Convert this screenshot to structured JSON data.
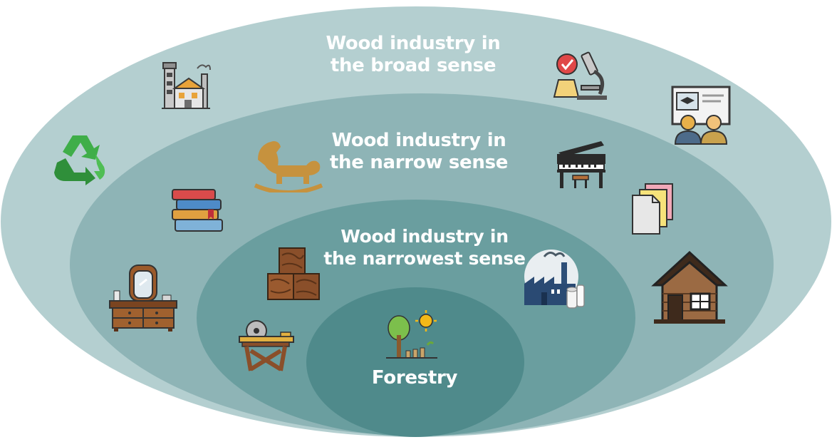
{
  "colors": {
    "outer": "#b4cfd0",
    "narrow": "#8eb4b6",
    "narrowest": "#6a9e9f",
    "forestry": "#4f8a8b",
    "label": "#ffffff"
  },
  "labels": {
    "broad": {
      "line1": "Wood industry in",
      "line2": "the broad sense"
    },
    "narrow": {
      "line1": "Wood industry in",
      "line2": "the narrow sense"
    },
    "narrowest": {
      "line1": "Wood industry in",
      "line2": "the narrowest sense"
    },
    "forestry": "Forestry"
  },
  "icons": {
    "broad": [
      "factory-icon",
      "recycle-icon",
      "laboratory-microscope-icon",
      "lecture-presentation-icon",
      "wooden-cabin-icon"
    ],
    "narrow": [
      "rocking-horse-icon",
      "books-icon",
      "vanity-dresser-icon",
      "piano-icon",
      "paper-sheets-icon"
    ],
    "narrowest": [
      "wood-blocks-icon",
      "saw-table-icon",
      "paper-mill-icon"
    ],
    "forestry": [
      "tree-sun-icon"
    ]
  }
}
